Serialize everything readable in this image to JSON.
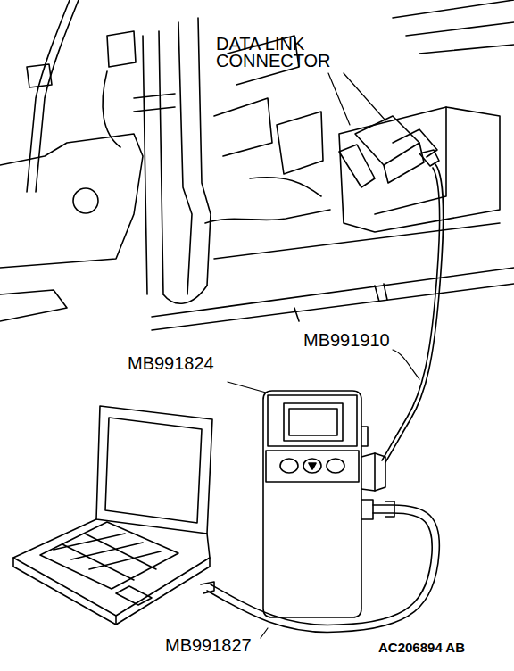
{
  "diagram": {
    "labels": [
      "DATA LINK CONNECTOR",
      "MB991824",
      "MB991910",
      "MB991827",
      "AC206894 AB"
    ]
  }
}
